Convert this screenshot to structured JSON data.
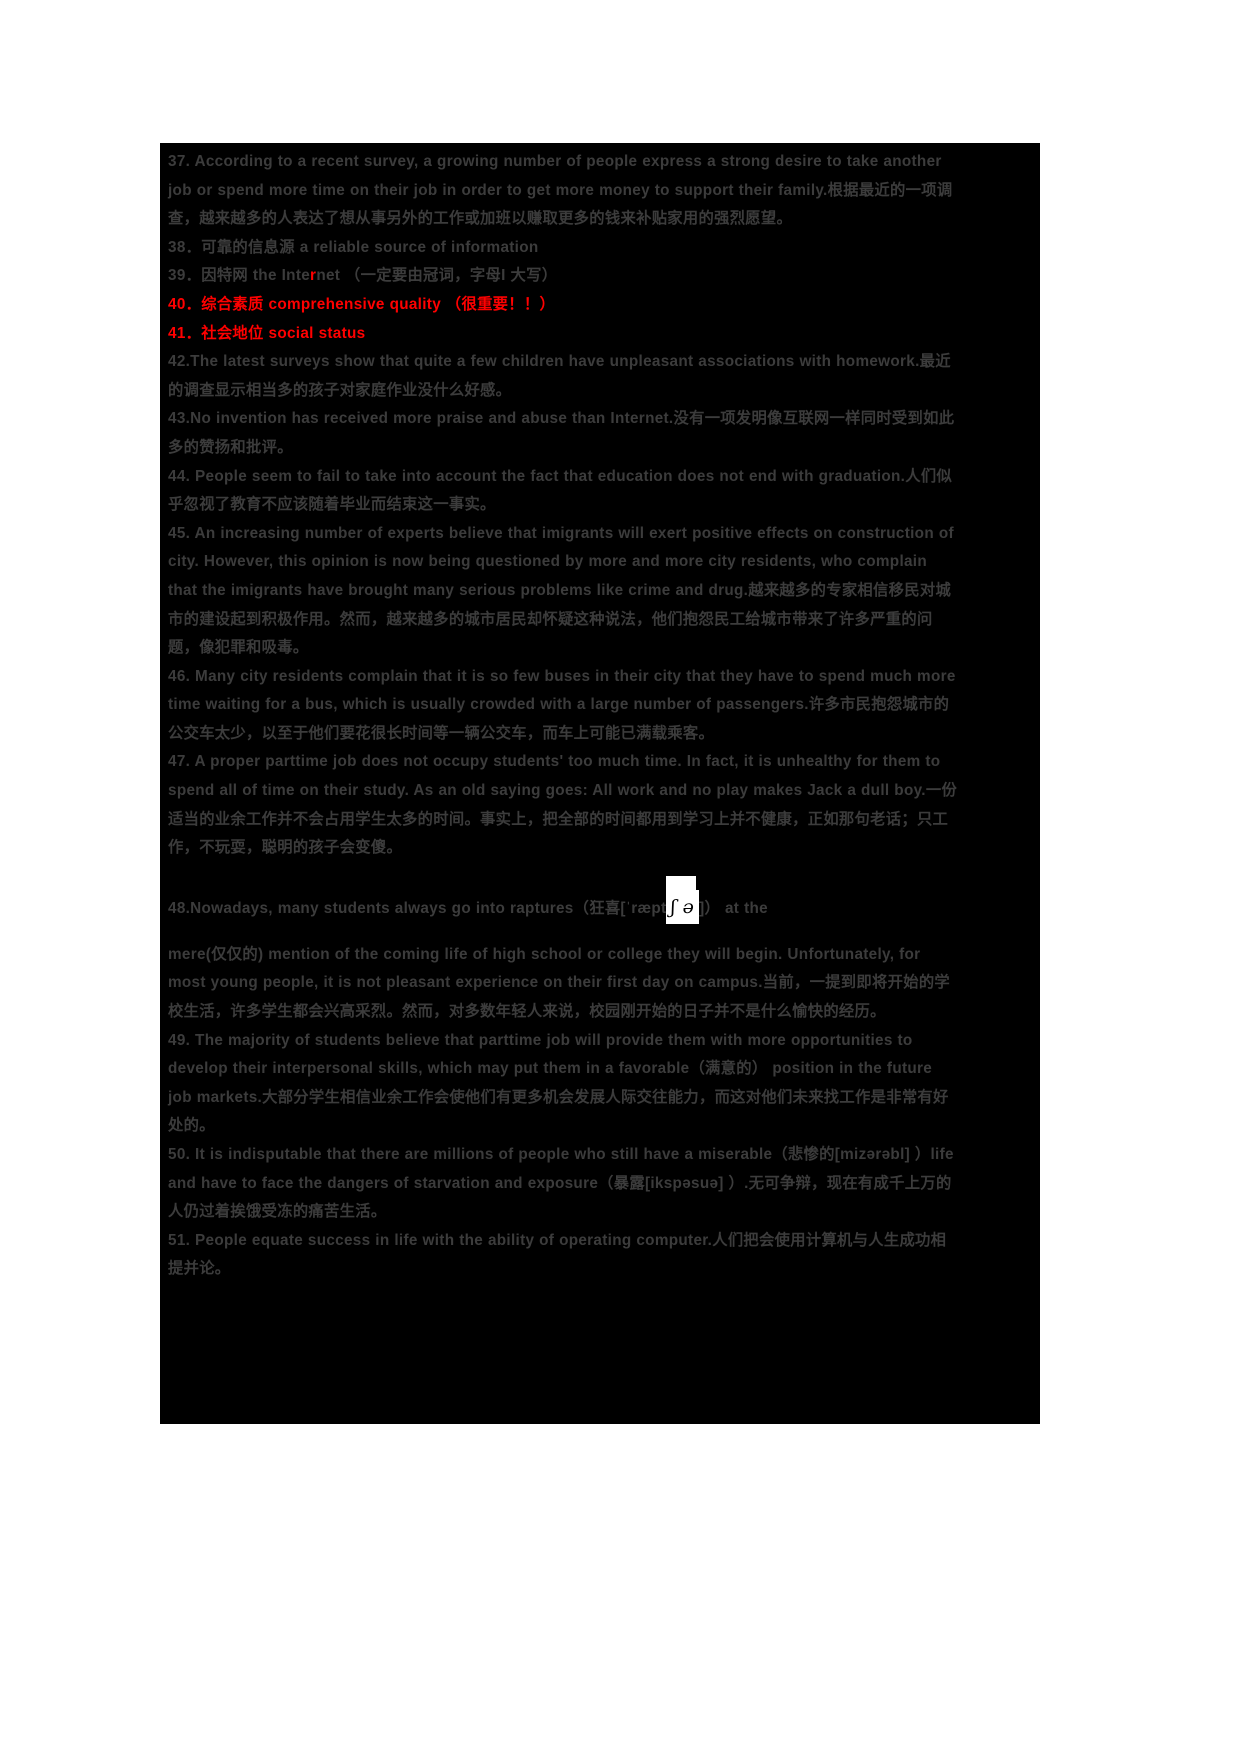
{
  "page": {
    "background_color": "#000000",
    "text_color": "#3c3c3c",
    "highlight_color": "#ff0000",
    "page_margin_color": "#ffffff"
  },
  "items": [
    {
      "id": "item-37",
      "color": "default",
      "text": "37. According to a recent survey, a growing number of people express a strong desire to take another job or spend more time on their job in order to get more money to support their family.根据最近的一项调查，越来越多的人表达了想从事另外的工作或加班以赚取更多的钱来补贴家用的强烈愿望。"
    },
    {
      "id": "item-38",
      "color": "default",
      "text": "38．可靠的信息源 a reliable source of information"
    },
    {
      "id": "item-39",
      "color": "default",
      "text_before": "39．因特网 the Inte",
      "text_highlight": "r",
      "text_after": "net （一定要由冠词，字母I 大写）"
    },
    {
      "id": "item-40",
      "color": "red",
      "text": "40．综合素质 comprehensive quality （很重要！！）"
    },
    {
      "id": "item-41",
      "color": "red",
      "text": "41．社会地位 social status"
    },
    {
      "id": "item-42",
      "color": "default",
      "text": "42.The latest surveys show that quite a few children have unpleasant associations with homework.最近的调查显示相当多的孩子对家庭作业没什么好感。"
    },
    {
      "id": "item-43",
      "color": "default",
      "text": "43.No invention has received more praise and abuse than Internet.没有一项发明像互联网一样同时受到如此多的赞扬和批评。"
    },
    {
      "id": "item-44",
      "color": "default",
      "text": "44. People seem to fail to take into account the fact that education does not end with graduation.人们似乎忽视了教育不应该随着毕业而结束这一事实。"
    },
    {
      "id": "item-45",
      "color": "default",
      "text": "45. An increasing number of experts believe that imigrants will exert positive effects on construction of city. However, this opinion is now being questioned by more and more city residents, who complain that the imigrants have brought many serious problems like crime and drug.越来越多的专家相信移民对城市的建设起到积极作用。然而，越来越多的城市居民却怀疑这种说法，他们抱怨民工给城市带来了许多严重的问题，像犯罪和吸毒。"
    },
    {
      "id": "item-46",
      "color": "default",
      "text": "46. Many city residents complain that it is so few buses in their city that they have to spend much more time waiting for a bus, which is usually crowded with a large number of passengers.许多市民抱怨城市的公交车太少，以至于他们要花很长时间等一辆公交车，而车上可能已满载乘客。"
    },
    {
      "id": "item-47",
      "color": "default",
      "text": "47. A proper parttime job does not occupy students' too much time. In fact, it is unhealthy for them to spend all of time on their study. As an old saying goes: All work and no play makes Jack a dull boy.一份适当的业余工作并不会占用学生太多的时间。事实上，把全部的时间都用到学习上并不健康，正如那句老话；只工作，不玩耍，聪明的孩子会变傻。"
    },
    {
      "id": "item-48",
      "color": "default",
      "line1_before": "48.Nowadays, many students always go into raptures（狂喜[ˈræpt",
      "line1_ipa_image": "ʃ ə",
      "line1_after": "]） at the",
      "line2": "mere(仅仅的) mention of the coming life of high school or college they will begin. Unfortunately, for most young people, it is not pleasant experience on their first day on campus.当前，一提到即将开始的学校生活，许多学生都会兴高采烈。然而，对多数年轻人来说，校园刚开始的日子并不是什么愉快的经历。"
    },
    {
      "id": "item-49",
      "color": "default",
      "text": "49. The majority of students believe that parttime job will provide them with more opportunities to develop their interpersonal skills, which may put them in a favorable（满意的） position in the future job markets.大部分学生相信业余工作会使他们有更多机会发展人际交往能力，而这对他们未来找工作是非常有好处的。"
    },
    {
      "id": "item-50",
      "color": "default",
      "text": "50. It is indisputable that there are millions of people who still have a miserable（悲惨的[mizərəbl] ）life and have to face the dangers of starvation and exposure（暴露[ikspəsuə] ）.无可争辩，现在有成千上万的人仍过着挨饿受冻的痛苦生活。"
    },
    {
      "id": "item-51",
      "color": "default",
      "text": "51. People equate success in life with the ability of operating computer.人们把会使用计算机与人生成功相提并论。"
    }
  ]
}
